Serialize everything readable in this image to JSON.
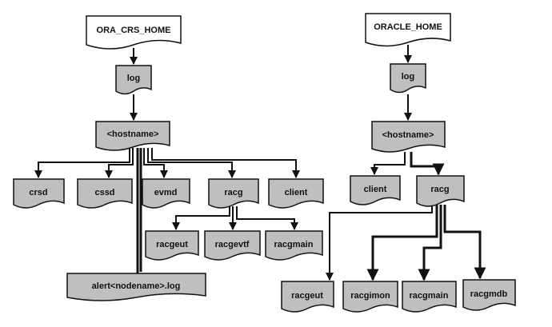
{
  "left_tree": {
    "root": "ORA_CRS_HOME",
    "log": "log",
    "hostname": "<hostname>",
    "children": [
      "crsd",
      "cssd",
      "evmd",
      "racg",
      "client"
    ],
    "racg_children": [
      "racgeut",
      "racgevtf",
      "racgmain"
    ],
    "alert_log": "alert<nodename>.log"
  },
  "right_tree": {
    "root": "ORACLE_HOME",
    "log": "log",
    "hostname": "<hostname>",
    "children": [
      "client",
      "racg"
    ],
    "racg_children": [
      "racgeut",
      "racgimon",
      "racgmain",
      "racgmdb"
    ]
  }
}
